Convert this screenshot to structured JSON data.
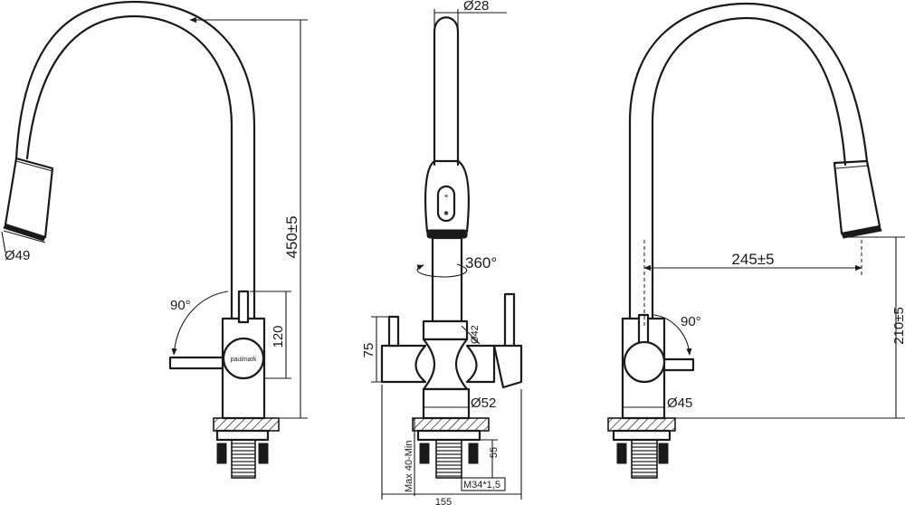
{
  "dimensions": {
    "diameter_49": "Ø49",
    "height_450": "450±5",
    "rotation_90_left": "90°",
    "height_120": "120",
    "diameter_28": "Ø28",
    "rotation_360": "360°",
    "height_75": "75",
    "diameter_42": "Ø42",
    "diameter_52": "Ø52",
    "height_55": "55",
    "max_40_min": "Max 40-Min",
    "thread_m34": "M34*1,5",
    "width_155": "155",
    "reach_245": "245±5",
    "rotation_90_right": "90°",
    "height_210": "210±5",
    "diameter_45": "Ø45"
  },
  "brand": {
    "name": "paulmark"
  },
  "colors": {
    "line": "#1a1a1a",
    "background": "#ffffff"
  }
}
